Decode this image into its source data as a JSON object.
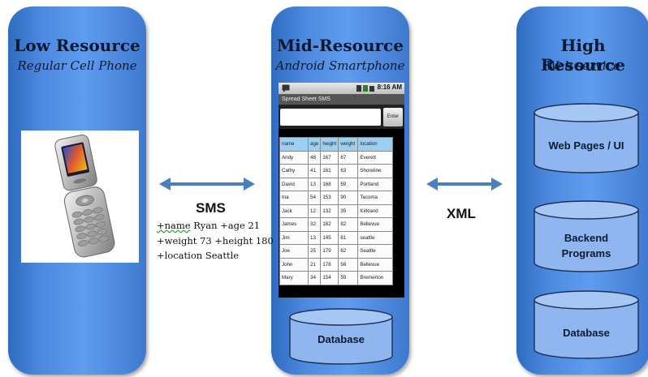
{
  "low": {
    "title": "Low Resource",
    "subtitle": "Regular Cell Phone"
  },
  "mid": {
    "title": "Mid-Resource",
    "subtitle": "Android Smartphone",
    "status_time": "8:16 AM",
    "app_title": "Spread Sheet SMS",
    "enter_label": "Enter",
    "table": {
      "headers": [
        "name",
        "age",
        "height",
        "weight",
        "location"
      ],
      "rows": [
        [
          "Andy",
          "48",
          "167",
          "67",
          "Everett"
        ],
        [
          "Cathy",
          "41",
          "161",
          "63",
          "Shoreline"
        ],
        [
          "David",
          "13",
          "168",
          "59",
          "Portland"
        ],
        [
          "Ina",
          "54",
          "153",
          "90",
          "Tacoma"
        ],
        [
          "Jack",
          "12",
          "132",
          "35",
          "Kirkland"
        ],
        [
          "James",
          "32",
          "182",
          "82",
          "Bellevue"
        ],
        [
          "Jim",
          "13",
          "145",
          "61",
          "seattle"
        ],
        [
          "Joe",
          "25",
          "179",
          "62",
          "Seattle"
        ],
        [
          "John",
          "21",
          "178",
          "56",
          "Bellevue"
        ],
        [
          "Mary",
          "34",
          "154",
          "59",
          "Bremerton"
        ]
      ]
    },
    "database_label": "Database"
  },
  "high": {
    "title": "High Resource",
    "subtitle": "Web service",
    "cylinders": [
      "Web Pages / UI",
      "Backend\nPrograms",
      "Database"
    ]
  },
  "sms": {
    "label": "SMS",
    "line1_name": "+name",
    "line1_rest": " Ryan +age 21",
    "line2": "+weight 73 +height 180",
    "line3": "+location Seattle"
  },
  "xml": {
    "label": "XML"
  },
  "colors": {
    "panel_blue": "#4d8ae0",
    "arrow_blue": "#4a7fc0",
    "cylinder_fill": "#8fb6ee",
    "table_header": "#9ccff0"
  }
}
